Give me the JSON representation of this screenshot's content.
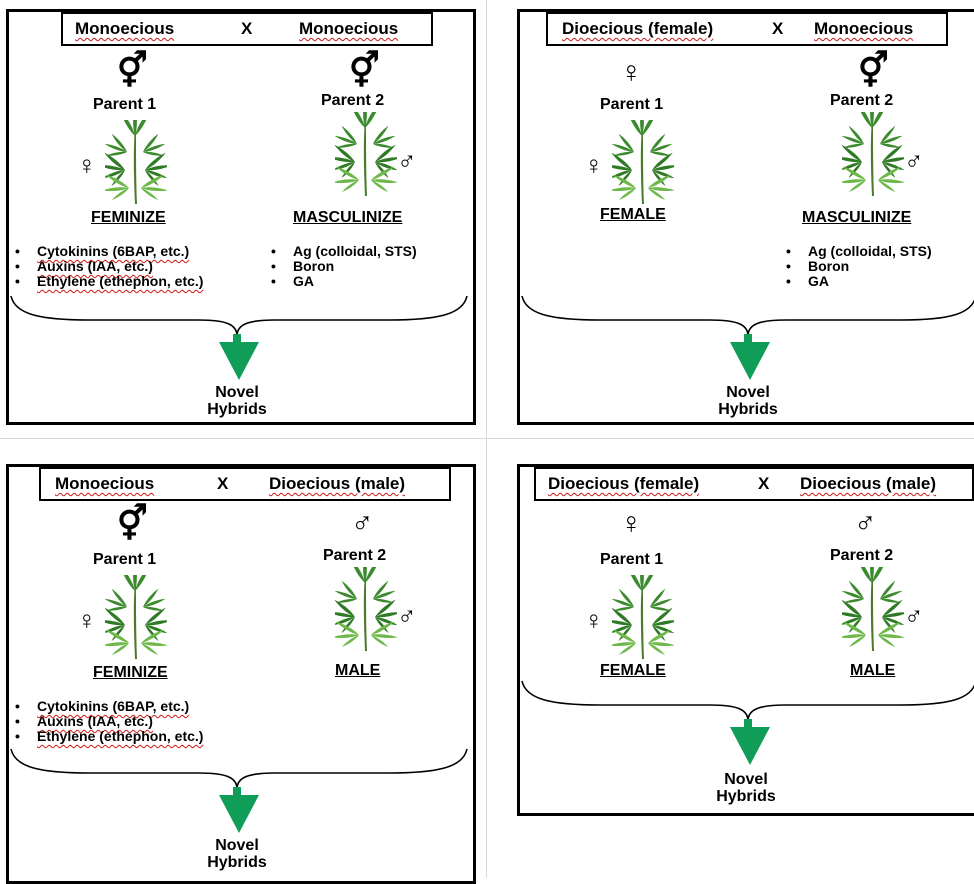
{
  "panels": [
    {
      "left": {
        "title": "Monoecious",
        "symbol": "⚥",
        "label": "Parent 1",
        "plant_symbol": "♀",
        "action": "FEMINIZE",
        "items": [
          "Cytokinins (6BAP, etc.)",
          "Auxins (IAA, etc.)",
          "Ethylene (ethephon, etc.)"
        ]
      },
      "cross": "X",
      "right": {
        "title": "Monoecious",
        "symbol": "⚥",
        "label": "Parent 2",
        "plant_symbol": "♂",
        "action": "MASCULINIZE",
        "items": [
          "Ag (colloidal, STS)",
          "Boron",
          "GA"
        ]
      },
      "result": [
        "Novel",
        "Hybrids"
      ]
    },
    {
      "left": {
        "title": "Dioecious (female)",
        "symbol": "♀",
        "label": "Parent 1",
        "plant_symbol": "♀",
        "action": "FEMALE",
        "items": []
      },
      "cross": "X",
      "right": {
        "title": "Monoecious",
        "symbol": "⚥",
        "label": "Parent 2",
        "plant_symbol": "♂",
        "action": "MASCULINIZE",
        "items": [
          "Ag (colloidal, STS)",
          "Boron",
          "GA"
        ]
      },
      "result": [
        "Novel",
        "Hybrids"
      ]
    },
    {
      "left": {
        "title": "Monoecious",
        "symbol": "⚥",
        "label": "Parent 1",
        "plant_symbol": "♀",
        "action": "FEMINIZE",
        "items": [
          "Cytokinins (6BAP, etc.)",
          "Auxins (IAA, etc.)",
          "Ethylene (ethephon, etc.)"
        ]
      },
      "cross": "X",
      "right": {
        "title": "Dioecious (male)",
        "symbol": "♂",
        "label": "Parent 2",
        "plant_symbol": "♂",
        "action": "MALE",
        "items": []
      },
      "result": [
        "Novel",
        "Hybrids"
      ]
    },
    {
      "left": {
        "title": "Dioecious (female)",
        "symbol": "♀",
        "label": "Parent 1",
        "plant_symbol": "♀",
        "action": "FEMALE",
        "items": []
      },
      "cross": "X",
      "right": {
        "title": "Dioecious (male)",
        "symbol": "♂",
        "label": "Parent 2",
        "plant_symbol": "♂",
        "action": "MALE",
        "items": []
      },
      "result": [
        "Novel",
        "Hybrids"
      ]
    }
  ],
  "colors": {
    "arrow": "#0f9d58",
    "plant": "#3c8a2e",
    "plant_light": "#6cb84a",
    "spellcheck": "#d01818"
  }
}
